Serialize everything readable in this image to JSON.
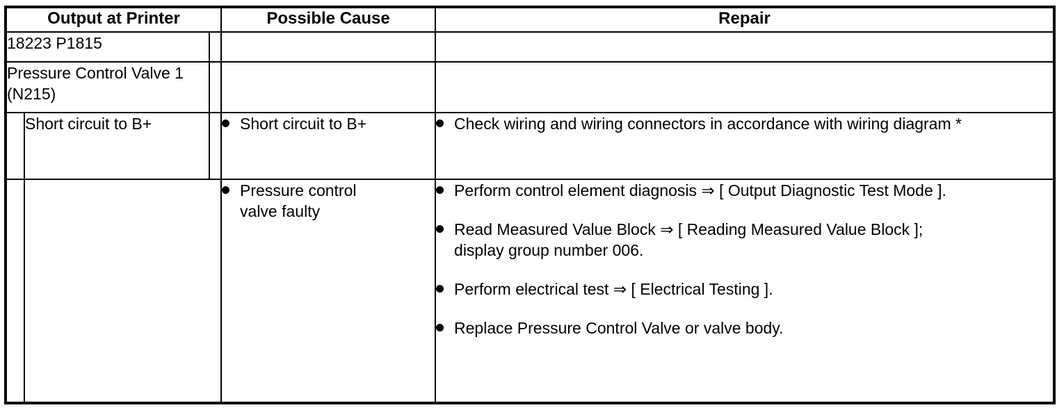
{
  "table": {
    "headers": {
      "output_at_printer": "Output at Printer",
      "possible_cause": "Possible Cause",
      "repair": "Repair"
    },
    "dtc": {
      "code": "18223 P1815",
      "component": "Pressure Control Valve 1 (N215)"
    },
    "fault_rows": [
      {
        "output": "Short circuit to B+",
        "cause": "Short circuit to B+",
        "repairs": [
          "Check wiring and wiring connectors in accordance with wiring diagram *"
        ]
      },
      {
        "output": "",
        "cause": "Pressure control valve faulty",
        "repairs": [
          "Perform control element diagnosis ⇒ [ Output Diagnostic Test Mode ].",
          "Read Measured Value Block ⇒ [ Reading Measured Value Block ]; display group number 006.",
          "Perform electrical test ⇒ [ Electrical Testing ].",
          "Replace Pressure Control Valve or valve body."
        ]
      }
    ]
  }
}
